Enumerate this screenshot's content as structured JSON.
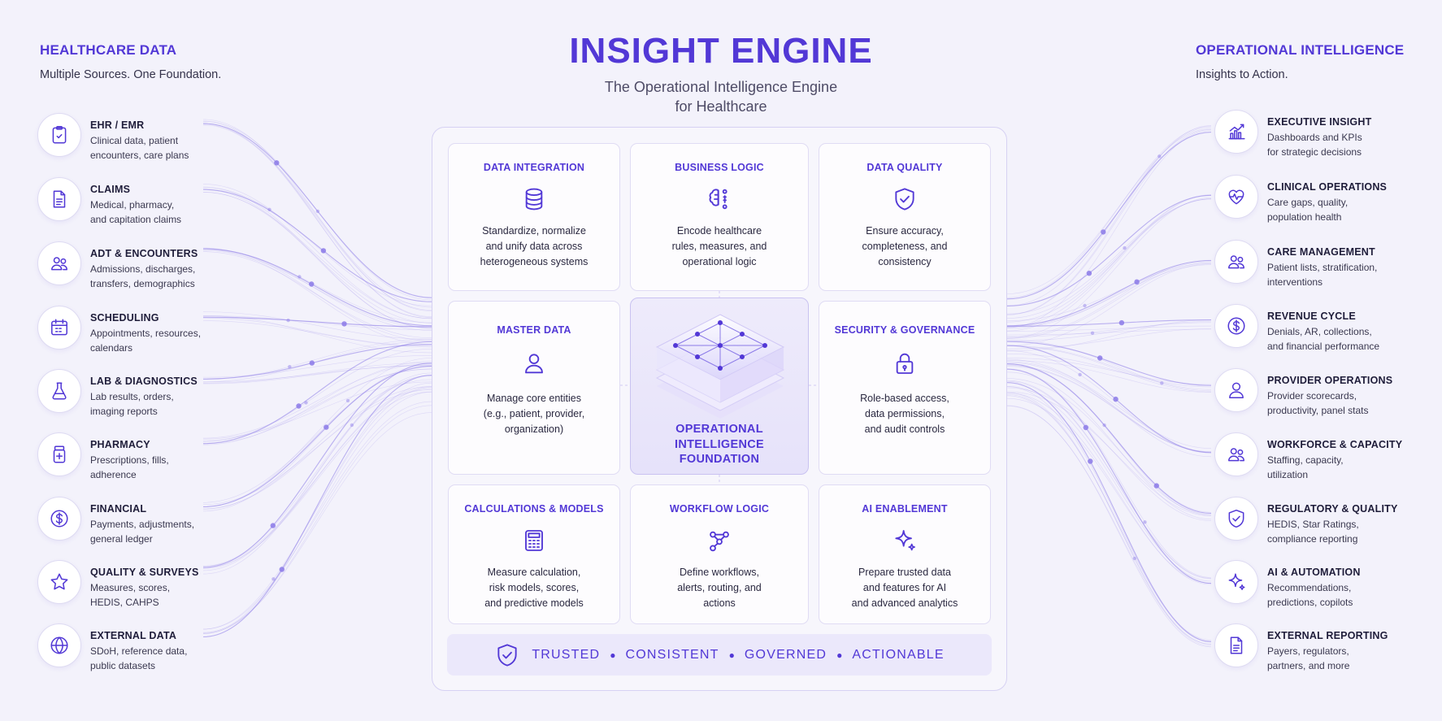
{
  "title": "INSIGHT ENGINE",
  "subtitle": "The Operational Intelligence Engine\nfor Healthcare",
  "left": {
    "heading": "HEALTHCARE DATA",
    "subheading": "Multiple Sources. One Foundation.",
    "items": [
      {
        "icon": "clipboard-icon",
        "title": "EHR / EMR",
        "desc": "Clinical data, patient\nencounters, care plans"
      },
      {
        "icon": "document-icon",
        "title": "CLAIMS",
        "desc": "Medical, pharmacy,\nand capitation claims"
      },
      {
        "icon": "people-icon",
        "title": "ADT & ENCOUNTERS",
        "desc": "Admissions, discharges,\ntransfers, demographics"
      },
      {
        "icon": "calendar-icon",
        "title": "SCHEDULING",
        "desc": "Appointments, resources,\ncalendars"
      },
      {
        "icon": "flask-icon",
        "title": "LAB & DIAGNOSTICS",
        "desc": "Lab results, orders,\nimaging reports"
      },
      {
        "icon": "pill-bottle-icon",
        "title": "PHARMACY",
        "desc": "Prescriptions, fills,\nadherence"
      },
      {
        "icon": "dollar-icon",
        "title": "FINANCIAL",
        "desc": "Payments, adjustments,\ngeneral ledger"
      },
      {
        "icon": "star-icon",
        "title": "QUALITY & SURVEYS",
        "desc": "Measures, scores,\nHEDIS, CAHPS"
      },
      {
        "icon": "globe-icon",
        "title": "EXTERNAL DATA",
        "desc": "SDoH, reference data,\npublic datasets"
      }
    ]
  },
  "right": {
    "heading": "OPERATIONAL INTELLIGENCE",
    "subheading": "Insights to Action.",
    "items": [
      {
        "icon": "chart-icon",
        "title": "EXECUTIVE INSIGHT",
        "desc": "Dashboards and KPIs\nfor strategic decisions"
      },
      {
        "icon": "heart-pulse-icon",
        "title": "CLINICAL OPERATIONS",
        "desc": "Care gaps, quality,\npopulation health"
      },
      {
        "icon": "people-icon",
        "title": "CARE MANAGEMENT",
        "desc": "Patient lists, stratification,\ninterventions"
      },
      {
        "icon": "dollar-icon",
        "title": "REVENUE CYCLE",
        "desc": "Denials, AR, collections,\nand financial performance"
      },
      {
        "icon": "person-icon",
        "title": "PROVIDER OPERATIONS",
        "desc": "Provider scorecards,\nproductivity, panel stats"
      },
      {
        "icon": "people-icon",
        "title": "WORKFORCE & CAPACITY",
        "desc": "Staffing, capacity,\nutilization"
      },
      {
        "icon": "shield-check-icon",
        "title": "REGULATORY & QUALITY",
        "desc": "HEDIS, Star Ratings,\ncompliance reporting"
      },
      {
        "icon": "sparkle-icon",
        "title": "AI & AUTOMATION",
        "desc": "Recommendations,\npredictions, copilots"
      },
      {
        "icon": "document-icon",
        "title": "EXTERNAL REPORTING",
        "desc": "Payers, regulators,\npartners, and more"
      }
    ]
  },
  "cards": [
    {
      "icon": "database-icon",
      "title": "DATA INTEGRATION",
      "desc": "Standardize, normalize\nand unify data across\nheterogeneous systems"
    },
    {
      "icon": "brain-logic-icon",
      "title": "BUSINESS LOGIC",
      "desc": "Encode healthcare\nrules, measures, and\noperational logic"
    },
    {
      "icon": "shield-check-icon",
      "title": "DATA QUALITY",
      "desc": "Ensure accuracy,\ncompleteness, and\nconsistency"
    },
    {
      "icon": "person-icon",
      "title": "MASTER DATA",
      "desc": "Manage core entities\n(e.g., patient, provider,\norganization)"
    },
    {
      "icon": "lock-icon",
      "title": "SECURITY & GOVERNANCE",
      "desc": "Role-based access,\ndata permissions,\nand audit controls"
    },
    {
      "icon": "calculator-icon",
      "title": "CALCULATIONS & MODELS",
      "desc": "Measure calculation,\nrisk models, scores,\nand predictive models"
    },
    {
      "icon": "workflow-icon",
      "title": "WORKFLOW LOGIC",
      "desc": "Define workflows,\nalerts, routing, and\nactions"
    },
    {
      "icon": "sparkle-icon",
      "title": "AI ENABLEMENT",
      "desc": "Prepare trusted data\nand features for AI\nand advanced analytics"
    }
  ],
  "center": {
    "icon": "layered-network-icon",
    "label": "OPERATIONAL\nINTELLIGENCE\nFOUNDATION"
  },
  "values": [
    "TRUSTED",
    "CONSISTENT",
    "GOVERNED",
    "ACTIONABLE"
  ],
  "colors": {
    "accent": "#5238d6",
    "background": "#f3f2fb",
    "line": "#8b7ae8"
  }
}
